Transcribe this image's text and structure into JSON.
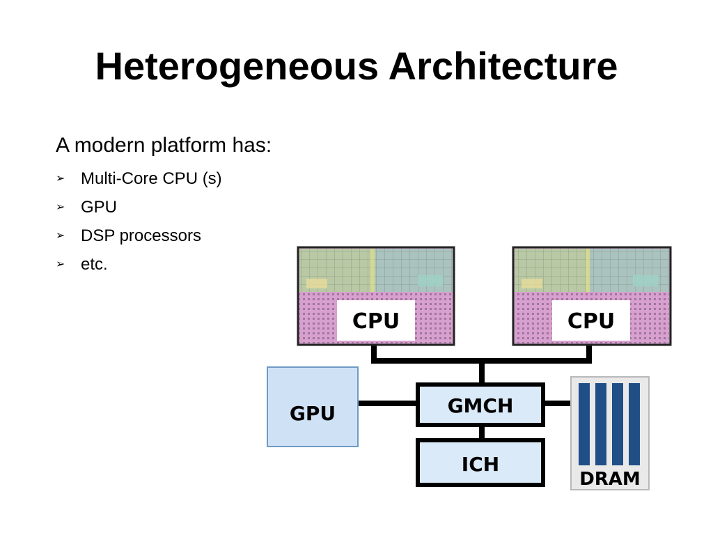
{
  "slide": {
    "title": "Heterogeneous Architecture",
    "intro": "A modern platform has:",
    "bullets": [
      "Multi-Core CPU (s)",
      "GPU",
      "DSP processors",
      "etc."
    ]
  },
  "diagram": {
    "cpu_left": "CPU",
    "cpu_right": "CPU",
    "gpu": "GPU",
    "gmch": "GMCH",
    "ich": "ICH",
    "dram": "DRAM"
  },
  "colors": {
    "box_fill": "#dbeaf8",
    "gpu_fill": "#cfe2f5",
    "dram_bars": "#1f4f86",
    "line": "#000000"
  }
}
